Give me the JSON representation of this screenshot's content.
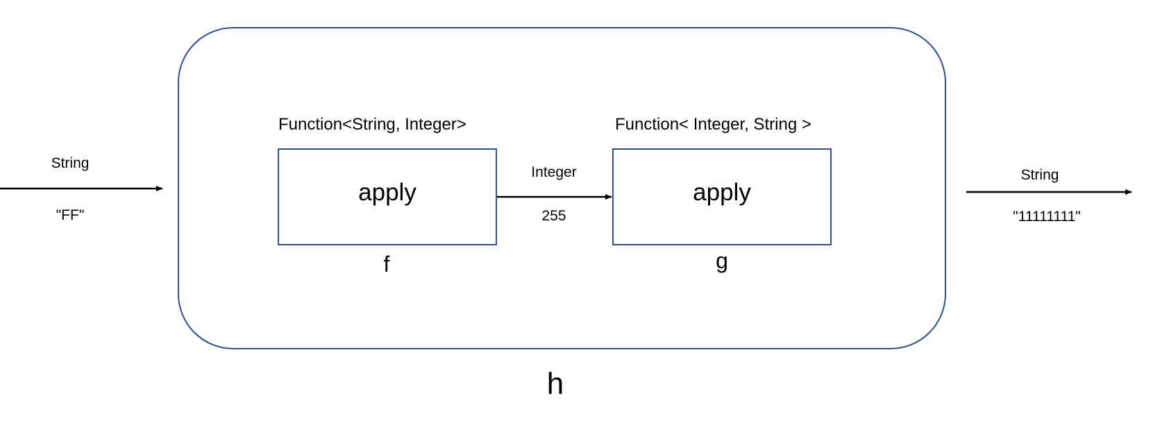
{
  "diagram": {
    "input": {
      "type": "String",
      "value": "\"FF\""
    },
    "function_f": {
      "signature": "Function<String, Integer>",
      "method": "apply",
      "name": "f"
    },
    "intermediate": {
      "type": "Integer",
      "value": "255"
    },
    "function_g": {
      "signature": "Function< Integer, String >",
      "method": "apply",
      "name": "g"
    },
    "output": {
      "type": "String",
      "value": "\"11111111\""
    },
    "composite_name": "h"
  },
  "colors": {
    "box_border": "#2f4f8f",
    "arrow": "#000000"
  }
}
